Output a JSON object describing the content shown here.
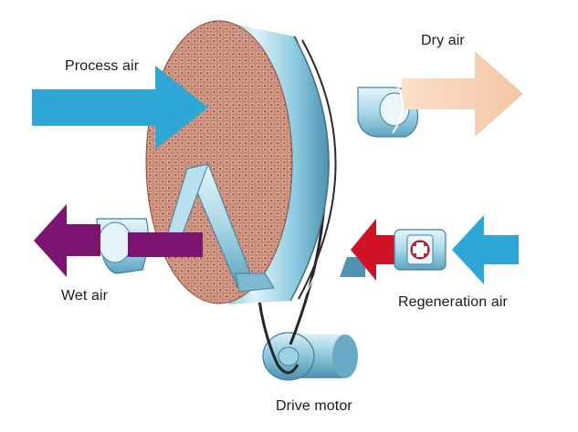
{
  "labels": {
    "process_air": "Process air",
    "dry_air": "Dry air",
    "wet_air": "Wet air",
    "regeneration_air": "Regeneration air",
    "drive_motor": "Drive motor"
  },
  "colors": {
    "process_air_arrow": "#2ea6d6",
    "dry_air_arrow": "#f7d2b4",
    "wet_air_arrow": "#7a1470",
    "regeneration_in_arrow": "#2ea6d6",
    "regeneration_heated_arrow": "#d01226",
    "rotor_face": "#c98f7c",
    "rotor_rim": "#8fc9de",
    "belt": "#2b2b2b",
    "heater_cross": "#d9242c"
  },
  "icons": {
    "heater": "plus-in-circle-icon"
  }
}
